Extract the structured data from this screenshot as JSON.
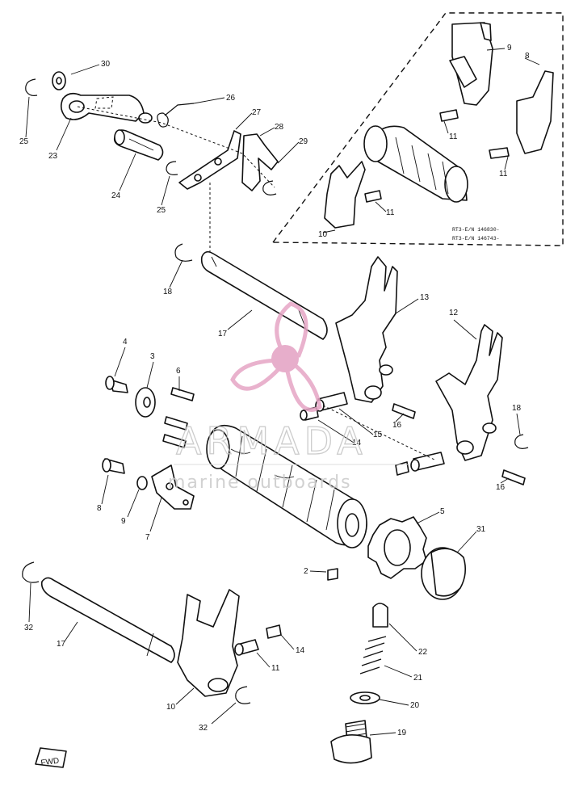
{
  "callouts": {
    "c30": "30",
    "c25a": "25",
    "c23": "23",
    "c26": "26",
    "c27": "27",
    "c28": "28",
    "c29": "29",
    "c24": "24",
    "c25b": "25",
    "c18a": "18",
    "c17a": "17",
    "c13": "13",
    "c12": "12",
    "c4": "4",
    "c3": "3",
    "c6": "6",
    "c16a": "16",
    "c15": "15",
    "c14a": "14",
    "c18b": "18",
    "c16b": "16",
    "c8": "8",
    "c9": "9",
    "c7": "7",
    "c5": "5",
    "c31": "31",
    "c2": "2",
    "c32a": "32",
    "c17b": "17",
    "c14b": "14",
    "c11": "11",
    "c22": "22",
    "c21": "21",
    "c20": "20",
    "c19": "19",
    "c10": "10",
    "c32b": "32",
    "in9": "9",
    "in8": "8",
    "in11a": "11",
    "in11b": "11",
    "in10": "10",
    "in11c": "11"
  },
  "inset_note": {
    "line1": "RT3-E/N 146830-",
    "line2": "RT3-E/N 146743-"
  },
  "watermark": {
    "brand": "ARMADA",
    "tagline": "marine outboards"
  },
  "front_marker": "FWD"
}
